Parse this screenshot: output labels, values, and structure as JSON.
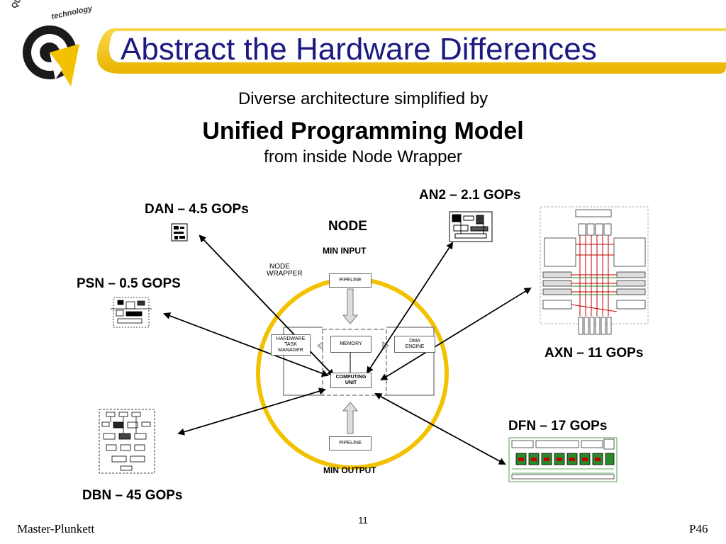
{
  "logo": {
    "brand_text": "QUICKSILVER",
    "sub_text": "technology"
  },
  "title": "Abstract the Hardware Differences",
  "subtitle": {
    "line1": "Diverse architecture simplified by",
    "line2": "Unified Programming Model",
    "line3": "from inside Node Wrapper"
  },
  "node": {
    "title": "NODE",
    "min_input": "MIN INPUT",
    "min_output": "MIN OUTPUT",
    "wrapper_label_1": "NODE",
    "wrapper_label_2": "WRAPPER",
    "pipeline_top": "PIPELINE",
    "pipeline_bottom": "PIPELINE",
    "memory": "MEMORY",
    "task_manager_1": "HARDWARE",
    "task_manager_2": "TASK",
    "task_manager_3": "MANAGER",
    "dma_1": "DMA",
    "dma_2": "ENGINE",
    "computing_1": "COMPUTING",
    "computing_2": "UNIT"
  },
  "architectures": {
    "dan": "DAN – 4.5 GOPs",
    "an2": "AN2 – 2.1 GOPs",
    "psn": "PSN – 0.5 GOPS",
    "axn": "AXN – 11 GOPs",
    "dfn": "DFN – 17 GOPs",
    "dbn": "DBN – 45 GOPs"
  },
  "colors": {
    "title": "#1a1a80",
    "accent_yellow": "#f2c200",
    "circle": "#f2c200",
    "connector_red": "#c00000",
    "board_green": "#2a8a2a"
  },
  "footer": {
    "left": "Master-Plunkett",
    "page_number": "11",
    "right": "P46"
  }
}
